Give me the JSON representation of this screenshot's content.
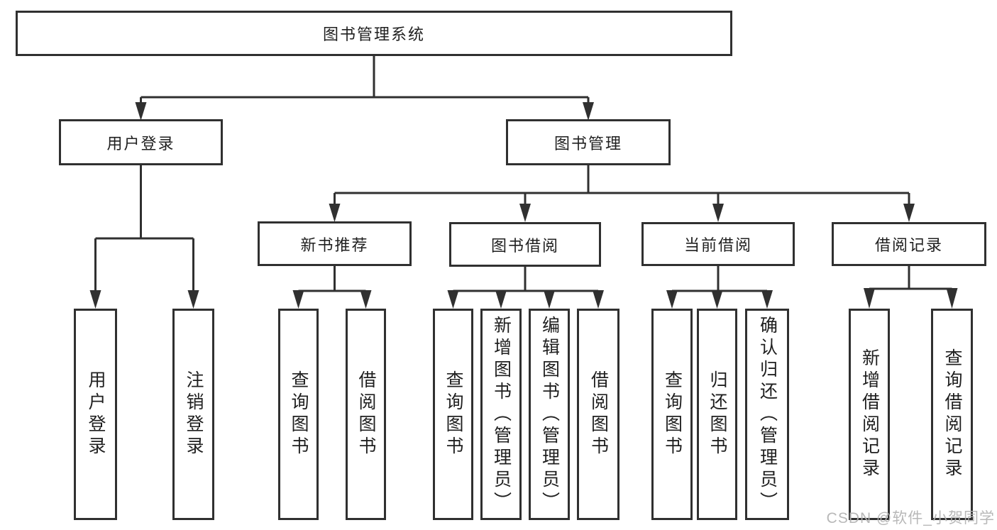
{
  "colors": {
    "line": "#303030",
    "box_border": "#303030",
    "box_fill": "#ffffff",
    "text": "#1f1f1f",
    "watermark": "#b2b2b2"
  },
  "tree": {
    "label": "图书管理系统",
    "children": [
      {
        "label": "用户登录",
        "children": [
          {
            "label": "用户登录"
          },
          {
            "label": "注销登录"
          }
        ]
      },
      {
        "label": "图书管理",
        "children": [
          {
            "label": "新书推荐",
            "children": [
              {
                "label": "查询图书"
              },
              {
                "label": "借阅图书"
              }
            ]
          },
          {
            "label": "图书借阅",
            "children": [
              {
                "label": "查询图书"
              },
              {
                "label": "新增图书（管理员）"
              },
              {
                "label": "编辑图书（管理员）"
              },
              {
                "label": "借阅图书"
              }
            ]
          },
          {
            "label": "当前借阅",
            "children": [
              {
                "label": "查询图书"
              },
              {
                "label": "归还图书"
              },
              {
                "label": "确认归还（管理员）"
              }
            ]
          },
          {
            "label": "借阅记录",
            "children": [
              {
                "label": "新增借阅记录"
              },
              {
                "label": "查询借阅记录"
              }
            ]
          }
        ]
      }
    ]
  },
  "watermark": {
    "text": "CSDN @软件_小贺同学"
  }
}
